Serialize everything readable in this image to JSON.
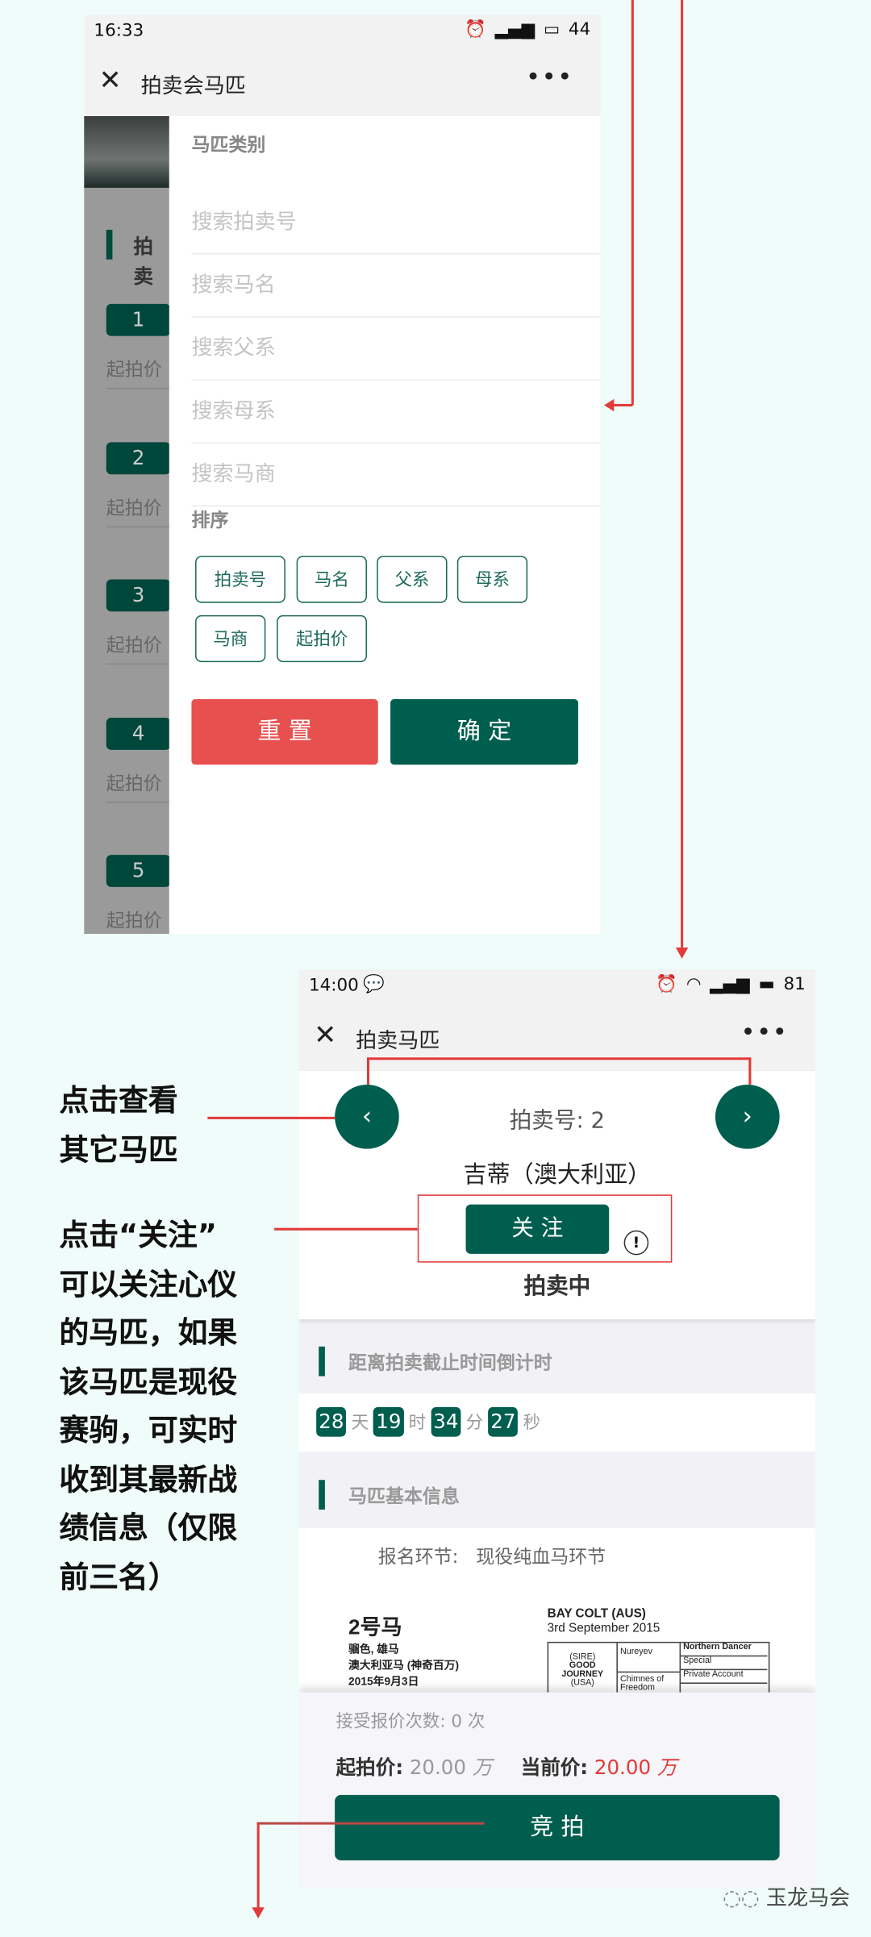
{
  "screen1": {
    "status": {
      "time": "16:33",
      "battery": "44"
    },
    "title": "拍卖会马匹",
    "close_icon": "close-icon",
    "more": "•••",
    "behind": {
      "section": "拍卖",
      "items": [
        "1",
        "2",
        "3",
        "4",
        "5"
      ],
      "price_label": "起拍价"
    },
    "drawer": {
      "category_label": "马匹类别",
      "search_fields": [
        "搜索拍卖号",
        "搜索马名",
        "搜索父系",
        "搜索母系",
        "搜索马商"
      ],
      "sort_label": "排序",
      "sort_options": [
        "拍卖号",
        "马名",
        "父系",
        "母系",
        "马商",
        "起拍价"
      ],
      "reset": "重 置",
      "confirm": "确 定"
    }
  },
  "screen2": {
    "status": {
      "time": "14:00",
      "battery": "81"
    },
    "title": "拍卖马匹",
    "more": "•••",
    "lot": "拍卖号: 2",
    "horse_name": "吉蒂（澳大利亚）",
    "follow": "关 注",
    "state": "拍卖中",
    "countdown_title": "距离拍卖截止时间倒计时",
    "countdown": [
      {
        "value": "28",
        "unit": "天"
      },
      {
        "value": "19",
        "unit": "时"
      },
      {
        "value": "34",
        "unit": "分"
      },
      {
        "value": "27",
        "unit": "秒"
      }
    ],
    "basic_title": "马匹基本信息",
    "entry": "报名环节:   现役纯血马环节",
    "catalog": {
      "number": "2号马",
      "line1": "骝色, 雄马",
      "line2": "澳大利亚马 (神奇百万)",
      "line3": "2015年9月3日",
      "heading": "BAY COLT (AUS)",
      "dob": "3rd September 2015",
      "sire_label": "(SIRE)",
      "sire": "GOOD JOURNEY",
      "sire_country": "(USA)",
      "gs1": "Nureyev",
      "gs2": "Chimnes of Freedom",
      "ggs": [
        "Northern Dancer",
        "Special",
        "Private Account"
      ]
    },
    "offers": "接受报价次数: 0 次",
    "start_price_label": "起拍价:",
    "start_price": "20.00",
    "current_price_label": "当前价:",
    "current_price": "20.00",
    "price_unit": "万",
    "bid": "竞 拍"
  },
  "annotations": {
    "nav": "点击查看\n其它马匹",
    "follow": "点击“关注”\n可以关注心仪\n的马匹，如果\n该马匹是现役\n赛驹，可实时\n收到其最新战\n绩信息（仅限\n前三名）"
  },
  "watermark": "玉龙马会",
  "colors": {
    "brand_green": "#005e4f",
    "reset_red": "#e85050",
    "price_red": "#e33a3a",
    "annotation_red": "#e33a3a"
  }
}
